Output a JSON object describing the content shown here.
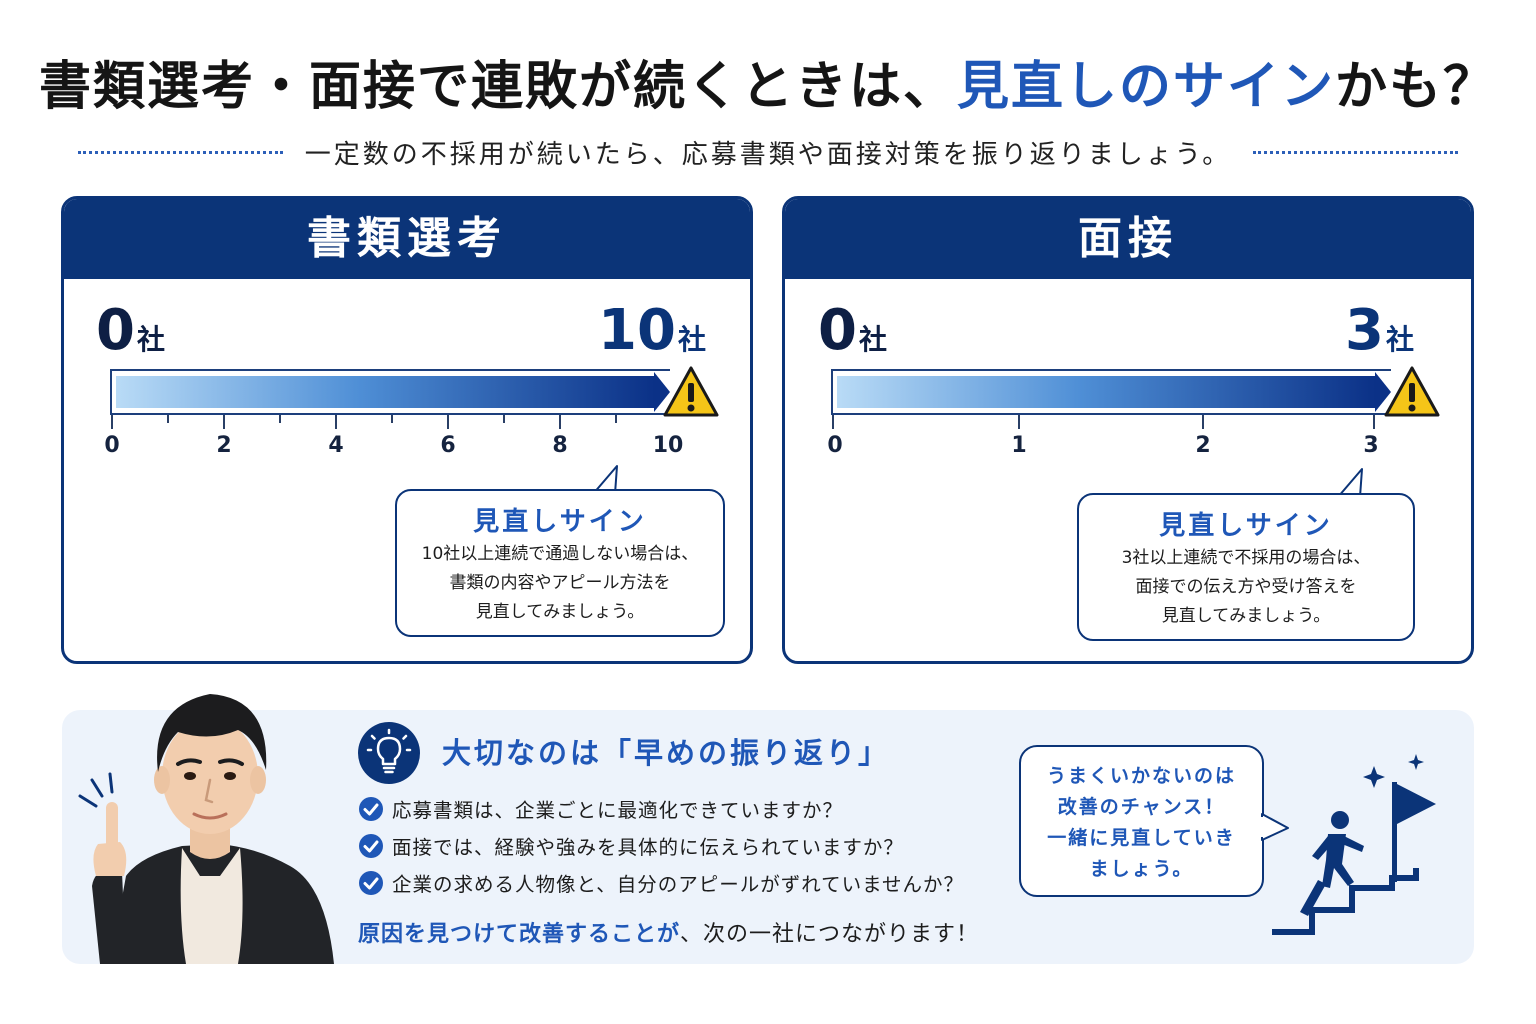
{
  "header": {
    "title_main": "書類選考・面接で連敗が続くときは、",
    "title_highlight": "見直しのサイン",
    "title_end": "かも？",
    "subtitle": "一定数の不採用が続いたら、応募書類や面接対策を振り返りましょう。"
  },
  "panels": {
    "document": {
      "title": "書類選考",
      "min_value": "0",
      "max_value": "10",
      "unit": "社",
      "ticks": [
        "0",
        "2",
        "4",
        "6",
        "8",
        "10"
      ],
      "bubble": {
        "title": "見直しサイン",
        "lines": [
          "10社以上連続で通過しない場合は、",
          "書類の内容やアピール方法を",
          "見直してみましょう。"
        ]
      }
    },
    "interview": {
      "title": "面接",
      "min_value": "0",
      "max_value": "3",
      "unit": "社",
      "ticks": [
        "0",
        "1",
        "2",
        "3"
      ],
      "bubble": {
        "title": "見直しサイン",
        "lines": [
          "3社以上連続で不採用の場合は、",
          "面接での伝え方や受け答えを",
          "見直してみましょう。"
        ]
      }
    }
  },
  "tips": {
    "title": "大切なのは「早めの振り返り」",
    "checks": [
      "応募書類は、企業ごとに最適化できていますか？",
      "面接では、経験や強みを具体的に伝えられていますか？",
      "企業の求める人物像と、自分のアピールがずれていませんか？"
    ],
    "closing_highlight": "原因を見つけて改善することが",
    "closing_rest": "、次の一社につながります！",
    "note_lines": [
      "うまくいかないのは",
      "改善のチャンス！",
      "一緒に見直していき",
      "ましょう。"
    ]
  },
  "icons": {
    "warning": "warning-icon",
    "lightbulb": "lightbulb-icon",
    "check": "check-circle-icon",
    "person": "man-pointing-up-illustration",
    "stairs": "person-climbing-stairs-to-flag-icon"
  },
  "colors": {
    "navy": "#0b3478",
    "accent_blue": "#1f57b7",
    "warning_yellow": "#f5c518",
    "light_bg": "#edf3fb"
  }
}
